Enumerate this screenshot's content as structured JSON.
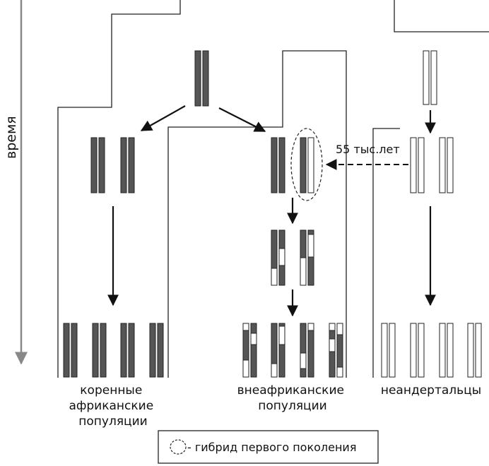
{
  "labels": {
    "time_axis": "время",
    "gene_flow_time": "55 тыс.лет",
    "african": [
      "коренные",
      "африканские",
      "популяции"
    ],
    "non_african": [
      "внеафриканские",
      "популяции"
    ],
    "neanderthals": "неандертальцы"
  },
  "legend": {
    "text": "- гибрид первого поколения"
  },
  "colors": {
    "dark_chromosome": "#555555",
    "outline": "#222222",
    "background": "#ffffff",
    "time_axis": "#888888"
  }
}
